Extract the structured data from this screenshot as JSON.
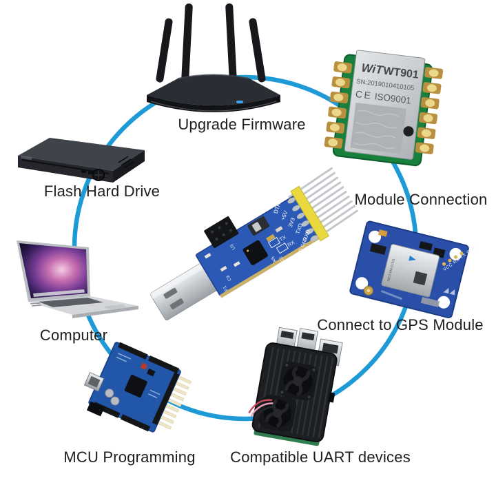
{
  "scene": {
    "background_color": "#ffffff",
    "connection_circle_color": "#1e9bd7"
  },
  "labels": {
    "upgrade_firmware": "Upgrade Firmware",
    "flash_hard_drive": "Flash Hard Drive",
    "module_connection": "Module Connection",
    "connect_to_gps_module": "Connect to GPS Module",
    "computer": "Computer",
    "mcu_programming": "MCU Programming",
    "compatible_uart_devices": "Compatible UART devices"
  },
  "devices": {
    "wt901_module": {
      "brand": "WiT",
      "model": "WT901",
      "serial": "SN:2019010410105",
      "ce_mark": "CE",
      "iso_text": "ISO9001"
    },
    "usb_uart_adapter": {
      "pin_labels": [
        "DTR",
        "+5V",
        "3V3",
        "TXD",
        "RXD",
        "GD GND"
      ],
      "led_labels": [
        "TX",
        "RX"
      ],
      "component_refs": [
        "U3",
        "R5",
        "C2",
        "C9",
        "F1"
      ]
    },
    "gps_module": {
      "pin_labels": "VCC RX TX GND",
      "chip_text": "NEO-6M-0-001"
    }
  }
}
